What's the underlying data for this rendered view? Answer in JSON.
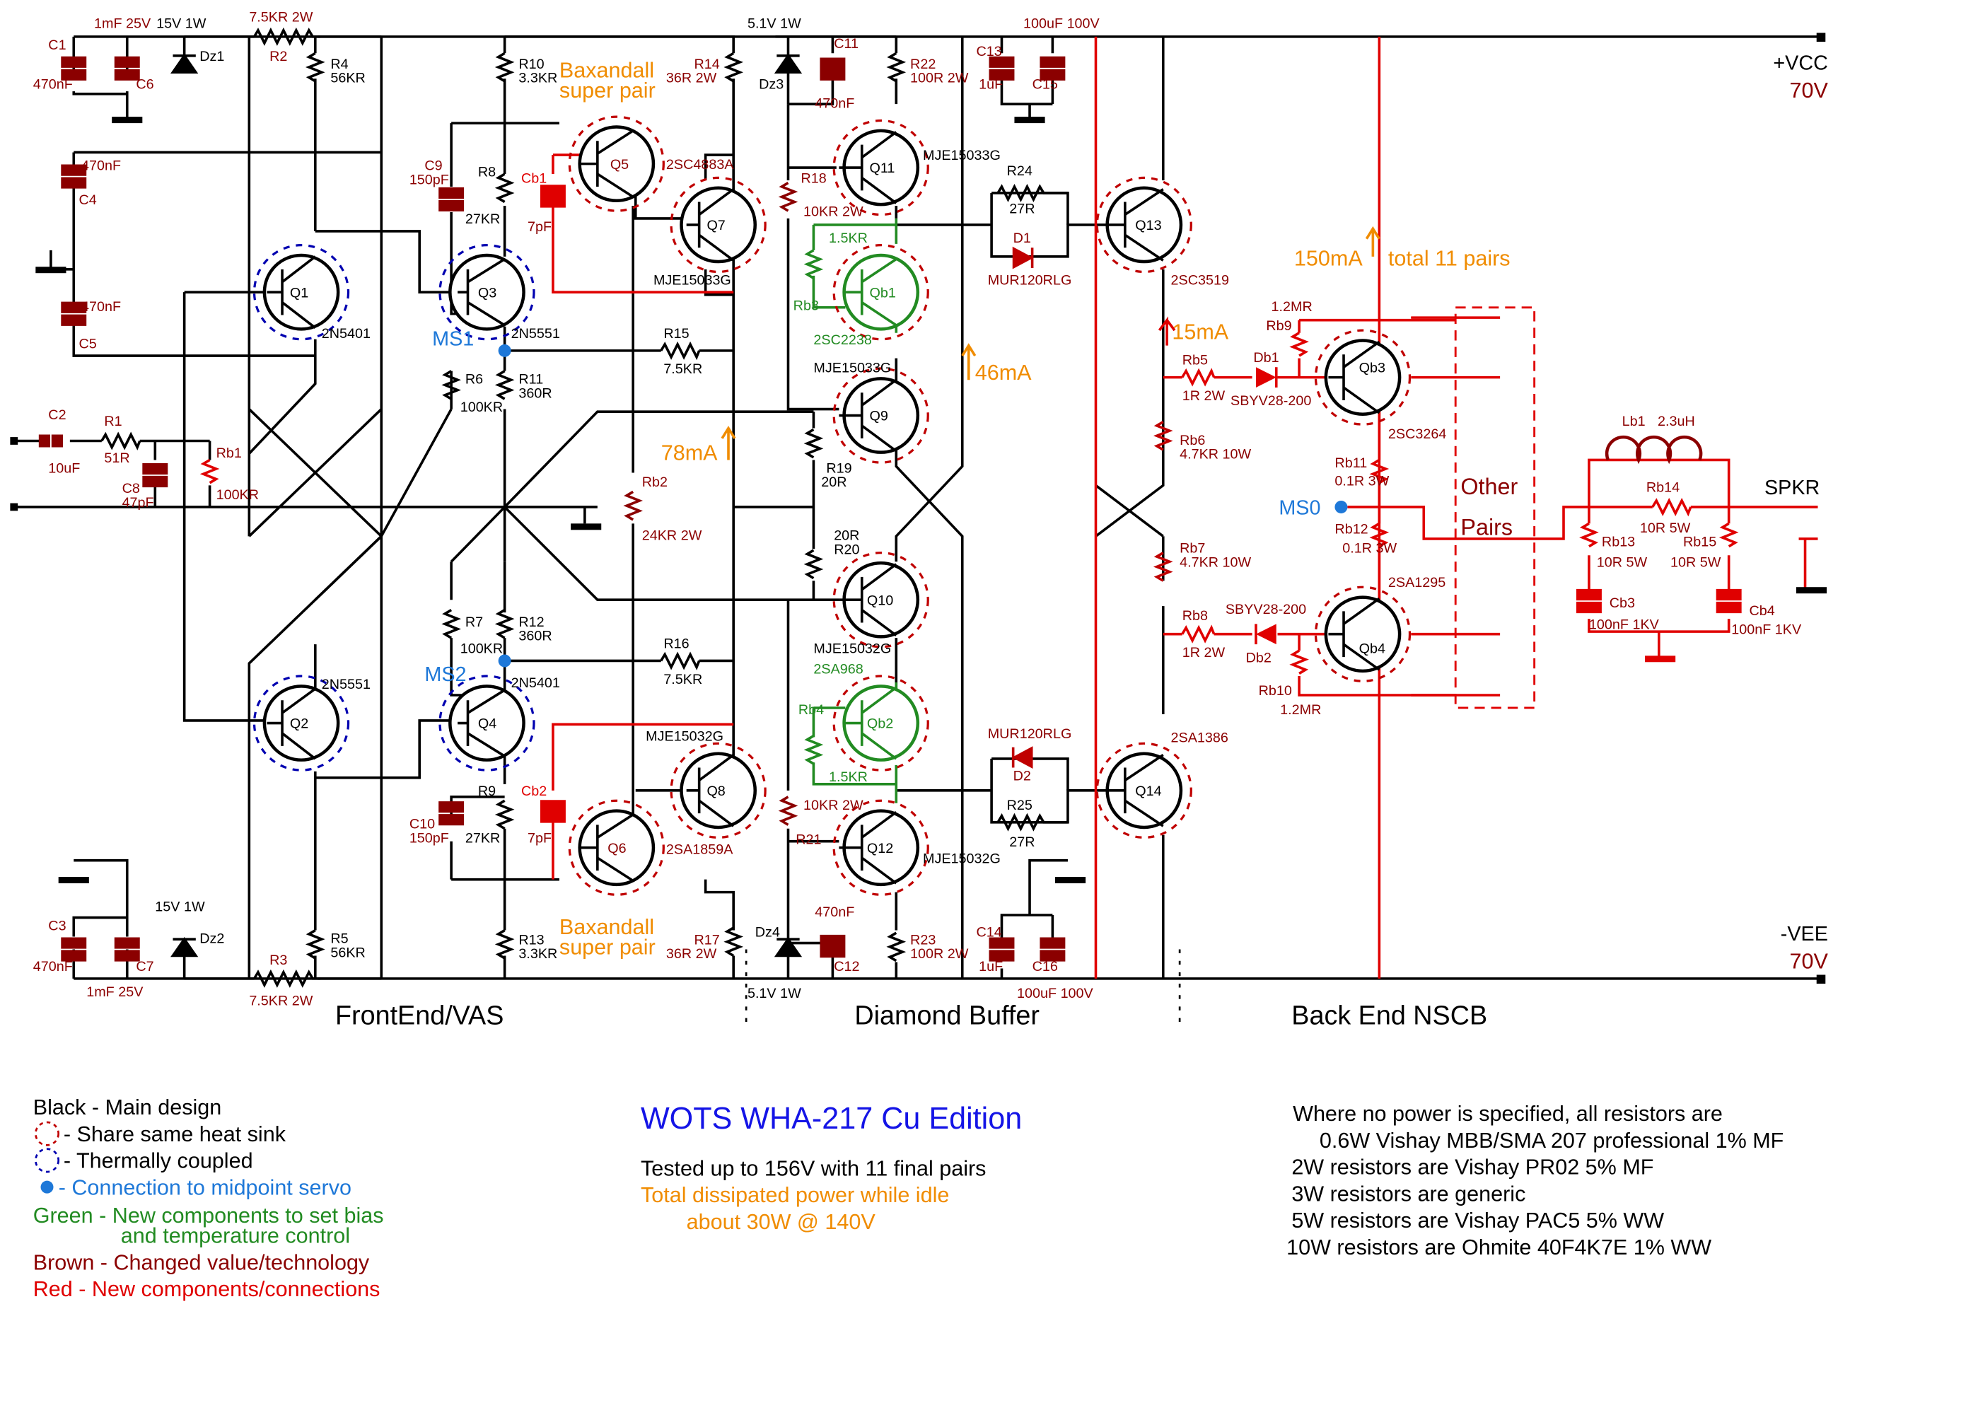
{
  "rails": {
    "vcc": "+VCC",
    "vcc_v": "70V",
    "vee": "-VEE",
    "vee_v": "70V",
    "spkr": "SPKR"
  },
  "sections": {
    "frontend": "FrontEnd/VAS",
    "diamond": "Diamond Buffer",
    "backend": "Back End NSCB"
  },
  "annotations": {
    "baxandall_top": [
      "Baxandall",
      "super pair"
    ],
    "baxandall_bottom": [
      "Baxandall",
      "super pair"
    ],
    "i78": "78mA",
    "i46": "46mA",
    "i15": "15mA",
    "i150": "150mA",
    "pairs": "total 11 pairs",
    "other_pairs": [
      "Other",
      "Pairs"
    ]
  },
  "servo": {
    "ms1": "MS1",
    "ms2": "MS2",
    "ms0": "MS0"
  },
  "legend": {
    "black": "Black - Main design",
    "heatsink": "- Share same heat sink",
    "thermal": "- Thermally coupled",
    "servo": "- Connection to midpoint servo",
    "green1": "Green - New components to set bias",
    "green2": "and temperature control",
    "brown": "Brown - Changed value/technology",
    "red": "Red - New components/connections"
  },
  "title": {
    "main": "WOTS WHA-217 Cu Edition",
    "tested": "Tested up to 156V with 11 final pairs",
    "power1": "Total dissipated power while idle",
    "power2": "about 30W @ 140V"
  },
  "notes": [
    "Where no power is specified, all resistors are",
    "0.6W Vishay MBB/SMA 207 professional 1% MF",
    "2W resistors are Vishay PR02 5% MF",
    "3W resistors are generic",
    "5W resistors are Vishay PAC5 5% WW",
    "10W resistors are Ohmite 40F4K7E 1% WW"
  ],
  "labels": {
    "c1": "C1",
    "c1v": "470nF",
    "c1t": "1mF 25V",
    "dz1t": "15V 1W",
    "c6": "C6",
    "dz1": "Dz1",
    "r2t": "7.5KR 2W",
    "r2": "R2",
    "r4": "R4",
    "r4v": "56KR",
    "c4": "C4",
    "c4v": "470nF",
    "c5": "C5",
    "c5v": "470nF",
    "q1": "Q1",
    "q1t": "2N5401",
    "q2": "Q2",
    "q2t": "2N5551",
    "c2": "C2",
    "c2v": "10uF",
    "r1": "R1",
    "r1v": "51R",
    "c8": "C8",
    "c8v": "47pF",
    "rb1": "Rb1",
    "rb1v": "100KR",
    "c3": "C3",
    "c3v": "470nF",
    "c7": "C7",
    "c7t": "1mF 25V",
    "dz2": "Dz2",
    "dz2t": "15V 1W",
    "r3": "R3",
    "r3t": "7.5KR 2W",
    "r5": "R5",
    "r5v": "56KR",
    "r10": "R10",
    "r10v": "3.3KR",
    "c9": "C9",
    "c9v": "150pF",
    "r8": "R8",
    "r8v": "27KR",
    "cb1": "Cb1",
    "cb1v": "7pF",
    "q3": "Q3",
    "q3t": "2N5551",
    "r6": "R6",
    "r6v": "100KR",
    "r11": "R11",
    "r11v": "360R",
    "r7": "R7",
    "r7v": "100KR",
    "r12": "R12",
    "r12v": "360R",
    "q4": "Q4",
    "q4t": "2N5401",
    "c10": "C10",
    "c10v": "150pF",
    "r9": "R9",
    "r9v": "27KR",
    "cb2": "Cb2",
    "cb2v": "7pF",
    "r13": "R13",
    "r13v": "3.3KR",
    "q5": "Q5",
    "q5t": "2SC4883A",
    "q6": "Q6",
    "q6t": "2SA1859A",
    "q7": "Q7",
    "q7t": "MJE15033G",
    "q8": "Q8",
    "q8t": "MJE15032G",
    "r14": "R14",
    "r14v": "36R 2W",
    "r15": "R15",
    "r15v": "7.5KR",
    "r16": "R16",
    "r16v": "7.5KR",
    "rb2": "Rb2",
    "rb2v": "24KR 2W",
    "r17": "R17",
    "r17v": "36R 2W",
    "dz3t": "5.1V 1W",
    "dz3": "Dz3",
    "c11": "C11",
    "c11v": "470nF",
    "dz4": "Dz4",
    "dz4t": "5.1V 1W",
    "c12": "C12",
    "c12v": "470nF",
    "r22": "R22",
    "r22v": "100R 2W",
    "r18": "R18",
    "r18v": "10KR 2W",
    "q11": "Q11",
    "q11t": "MJE15033G",
    "rb3": "Rb3",
    "rb3v": "1.5KR",
    "qb1": "Qb1",
    "qb1t": "2SC2238",
    "q9": "Q9",
    "q9t": "MJE15033G",
    "r19": "R19",
    "r19v": "20R",
    "r20": "R20",
    "r20v": "20R",
    "q10": "Q10",
    "q10t": "MJE15032G",
    "qb2": "Qb2",
    "qb2t": "2SA968",
    "rb4": "Rb4",
    "rb4v": "1.5KR",
    "r21": "R21",
    "r21v": "10KR 2W",
    "q12": "Q12",
    "q12t": "MJE15032G",
    "r23": "R23",
    "r23v": "100R 2W",
    "c13": "C13",
    "c13v": "1uF",
    "c15": "C15",
    "c15t": "100uF 100V",
    "c14": "C14",
    "c14v": "1uF",
    "c16": "C16",
    "c16t": "100uF 100V",
    "r24": "R24",
    "r24v": "27R",
    "d1": "D1",
    "d1t": "MUR120RLG",
    "r25": "R25",
    "r25v": "27R",
    "d2": "D2",
    "d2t": "MUR120RLG",
    "q13": "Q13",
    "q13t": "2SC3519",
    "q14": "Q14",
    "q14t": "2SA1386",
    "rb9": "Rb9",
    "rb9v": "1.2MR",
    "rb5": "Rb5",
    "rb5v": "1R 2W",
    "db1": "Db1",
    "db1t": "SBYV28-200",
    "qb3": "Qb3",
    "qb3t": "2SC3264",
    "rb6": "Rb6",
    "rb6v": "4.7KR 10W",
    "rb11": "Rb11",
    "rb11v": "0.1R 3W",
    "rb12": "Rb12",
    "rb12v": "0.1R 3W",
    "rb7": "Rb7",
    "rb7v": "4.7KR 10W",
    "rb8": "Rb8",
    "rb8v": "1R 2W",
    "db2": "Db2",
    "db2t": "SBYV28-200",
    "qb4": "Qb4",
    "qb4t": "2SA1295",
    "rb10": "Rb10",
    "rb10v": "1.2MR",
    "lb1": "Lb1",
    "lb1v": "2.3uH",
    "rb14": "Rb14",
    "rb14v": "10R 5W",
    "rb13": "Rb13",
    "rb13v": "10R 5W",
    "rb15": "Rb15",
    "rb15v": "10R 5W",
    "cb3": "Cb3",
    "cb3v": "100nF 1KV",
    "cb4": "Cb4",
    "cb4v": "100nF 1KV"
  },
  "colors": {
    "brown": "#8b0000",
    "red": "#e00000",
    "green": "#228b22",
    "orange": "#f08c00",
    "blue": "#1e78d8",
    "title": "#1414e6"
  }
}
